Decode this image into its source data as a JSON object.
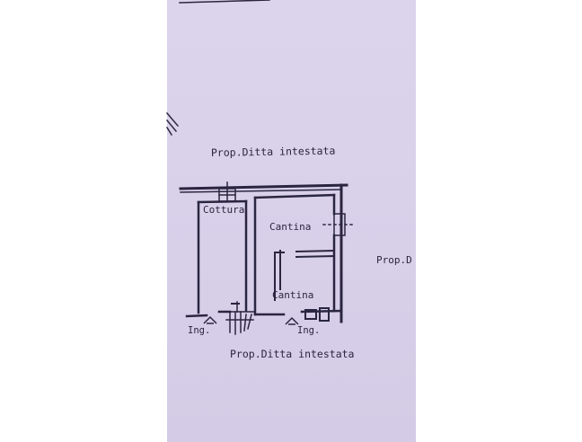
{
  "plan": {
    "top_label": "Prop.Ditta intestata",
    "bottom_label": "Prop.Ditta intestata",
    "right_label": "Prop.D",
    "rooms": {
      "cottura": "Cottura",
      "cantina_upper": "Cantina",
      "cantina_lower": "Cantina"
    },
    "entrances": {
      "left": "Ing.",
      "right": "Ing."
    }
  },
  "colors": {
    "paper": "#d9d1ea",
    "ink": "#2a2540",
    "background": "#ffffff"
  }
}
